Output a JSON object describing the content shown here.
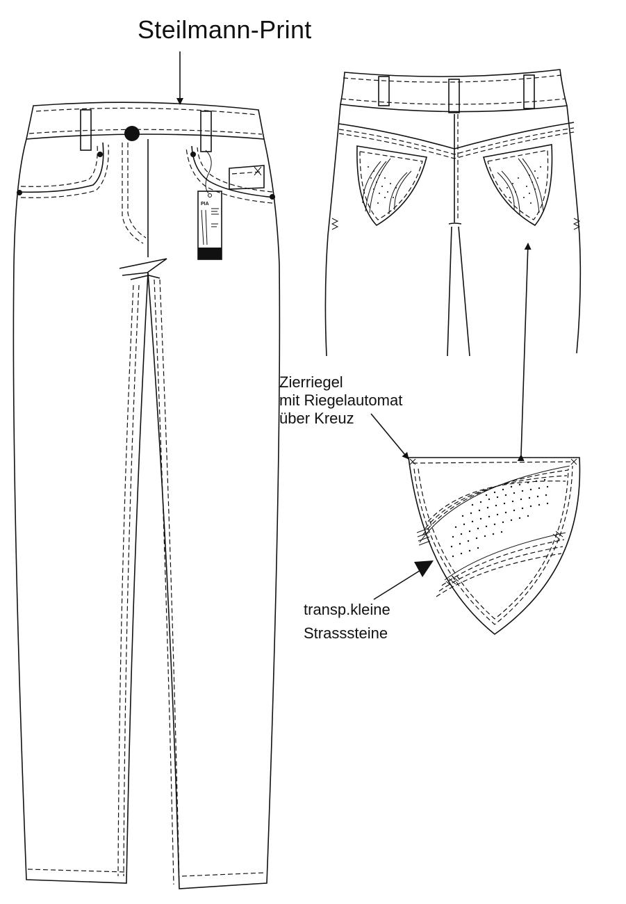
{
  "labels": {
    "title": "Steilmann-Print",
    "rivet_note": [
      "Zierriegel",
      "mit Riegelautomat",
      "über Kreuz"
    ],
    "stones_note": [
      "transp.kleine",
      "Strasssteine"
    ]
  },
  "hangtag": {
    "brand": "PIA"
  },
  "colors": {
    "line": "#111111",
    "background": "#ffffff"
  }
}
